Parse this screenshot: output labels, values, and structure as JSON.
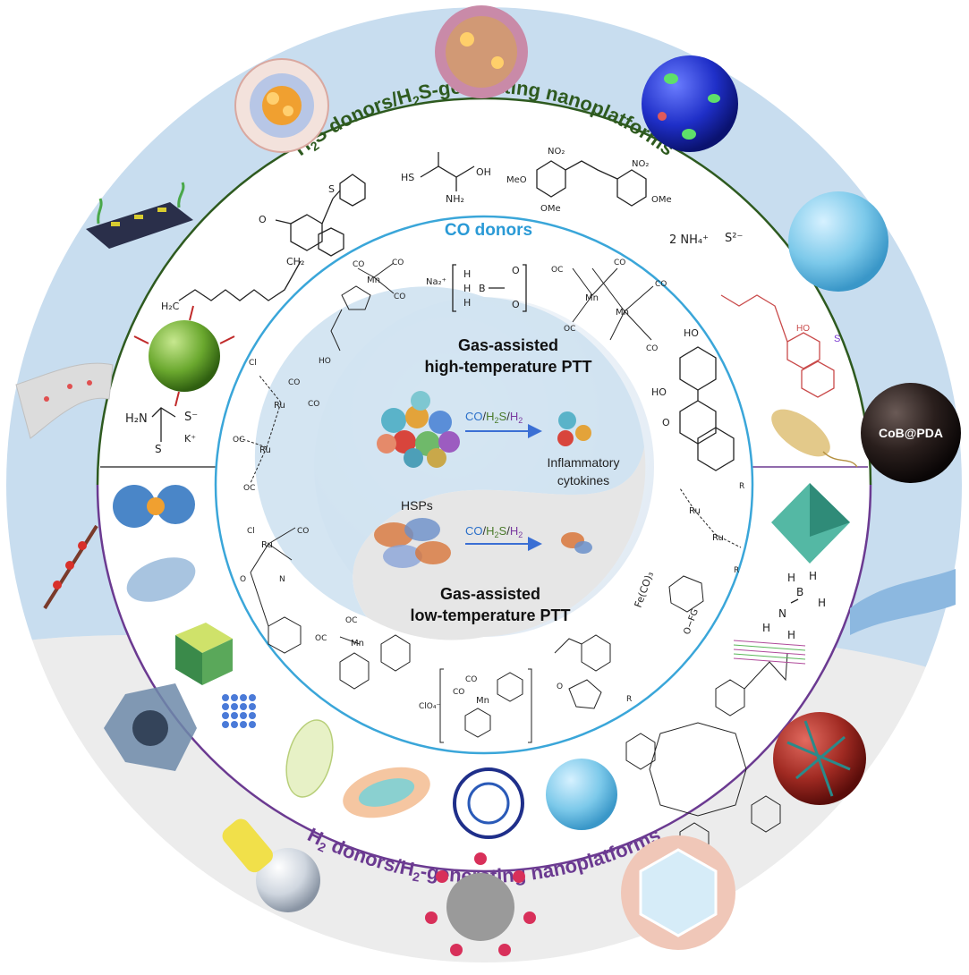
{
  "labels": {
    "h2s_prefix_1": "H",
    "h2s_sub_1": "2",
    "h2s_mid": "S donors/H",
    "h2s_sub_2": "2",
    "h2s_suffix": "S-generating nanoplatforms",
    "h2_prefix": "H",
    "h2_sub_1": "2",
    "h2_mid": " donors/H",
    "h2_sub_2": "2",
    "h2_suffix": "-generating nanoplatforms",
    "co_donors": "CO donors",
    "center_top_line1": "Gas-assisted",
    "center_top_line2": "high-temperature PTT",
    "center_bottom_line1": "Gas-assisted",
    "center_bottom_line2": "low-temperature PTT",
    "gas_co": "CO",
    "gas_slash": "/",
    "gas_h2s_h": "H",
    "gas_h2s_sub": "2",
    "gas_h2s_s": "S",
    "gas_h2_h": "H",
    "gas_h2_sub": "2",
    "inflammatory_line1": "Inflammatory",
    "inflammatory_line2": "cytokines",
    "hsps": "HSPs",
    "cob_pda": "CoB@PDA",
    "nahs_formula": "S²⁻",
    "ammonium": "2 NH₄⁺",
    "thiocarbamate_k": "K⁺",
    "thiocarbamate_s": "S⁻",
    "thiocarbamate_h2n": "H₂N",
    "allyl": "CH₂",
    "h2c": "H₂C",
    "cysteine_hs": "HS",
    "cysteine_nh2": "NH₂",
    "cysteine_oh": "OH",
    "meo": "MeO",
    "ome": "OMe",
    "no2": "NO₂",
    "na2": "Na₂⁺",
    "co_label": "CO",
    "oc_label": "OC",
    "fe_co3": "Fe(CO)₃",
    "ofg": "O−FG",
    "mn": "Mn",
    "ru": "Ru",
    "cl": "Cl",
    "ho": "HO",
    "r": "R",
    "b": "B",
    "h": "H",
    "n": "N",
    "o": "O",
    "s": "S",
    "clo4": "ClO₄⁻"
  },
  "colors": {
    "h2s_ring": "#2e5a1f",
    "h2s_text": "#2e5a1f",
    "co_ring": "#3aa6d9",
    "co_text": "#2a9ad6",
    "h2_ring": "#6b3a91",
    "h2_text": "#6b3a91",
    "outer_blue": "#c6dcef",
    "outer_grey": "#e8e8e8",
    "gas_co": "#2a6fc9",
    "gas_h2s": "#4a7a2a",
    "gas_h2": "#7a3aa0"
  }
}
